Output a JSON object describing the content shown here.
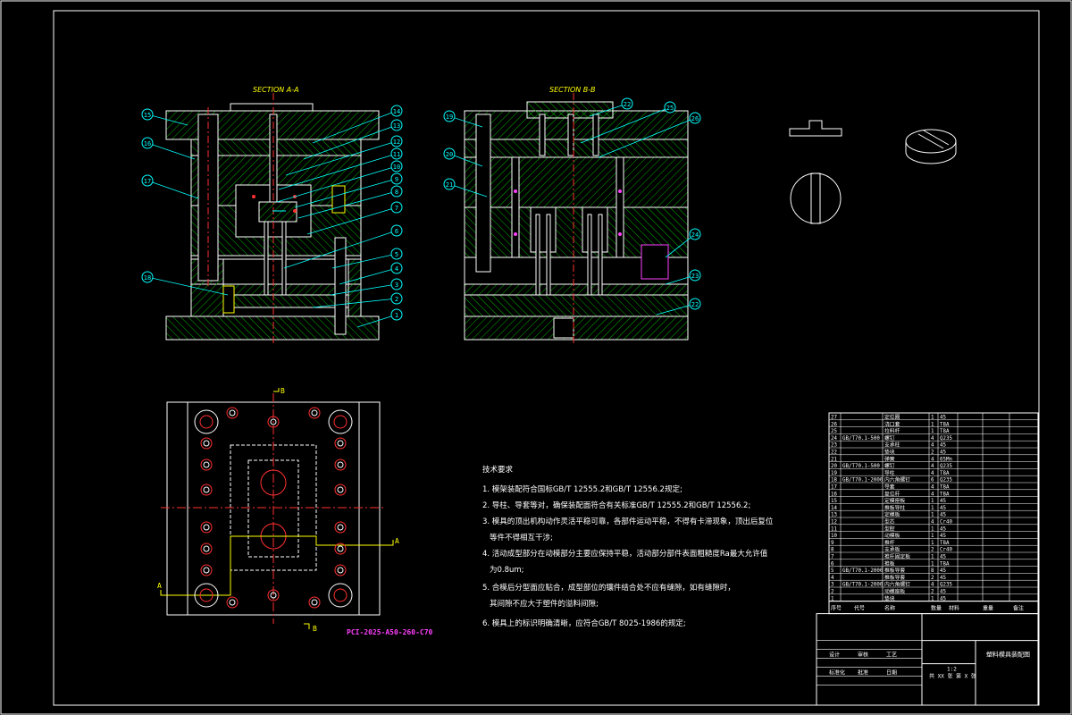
{
  "drawing": {
    "section_a_title": "SECTION A-A",
    "section_b_title": "SECTION B-B",
    "plan_code": "PCI-2025-A50-260-C70",
    "arrow_label_a": "A",
    "arrow_label_b": "B",
    "balloons_left": [
      "15",
      "16",
      "17",
      "18",
      "14",
      "13",
      "12",
      "11",
      "10",
      "9",
      "8",
      "7",
      "6",
      "5",
      "4",
      "3",
      "2",
      "1"
    ],
    "balloons_right": [
      "19",
      "20",
      "21",
      "22",
      "25",
      "26",
      "24",
      "23",
      "22"
    ]
  },
  "notes": {
    "title": "技术要求",
    "items": [
      "1. 模架装配符合国标GB/T 12555.2和GB/T 12556.2规定;",
      "2. 导柱、导套等对，确保装配面符合有关标准GB/T 12555.2和GB/T 12556.2;",
      "3. 模具的顶出机构动作灵活平稳可靠，各部件运动平稳，不得有卡滞现象，顶出后复位",
      "   等件不得相互干涉;",
      "4. 活动成型部分在动模部分主要应保持平稳，活动部分部件表面粗糙度Ra最大允许值",
      "   为0.8um;",
      "5. 合模后分型面应贴合，成型部位的镶件结合处不应有缝隙，如有缝隙时，",
      "   其间隙不应大于塑件的溢料间隙;",
      "6. 模具上的标识明确清晰，应符合GB/T 8025-1986的规定;"
    ]
  },
  "bom": {
    "rows": [
      {
        "no": "27",
        "std": "",
        "name": "定位圈",
        "qty": "1",
        "mat": "45"
      },
      {
        "no": "26",
        "std": "",
        "name": "浇口套",
        "qty": "1",
        "mat": "T8A"
      },
      {
        "no": "25",
        "std": "",
        "name": "拉料杆",
        "qty": "1",
        "mat": "T8A"
      },
      {
        "no": "24",
        "std": "GB/T70.1-500",
        "name": "螺钉",
        "qty": "4",
        "mat": "Q235"
      },
      {
        "no": "23",
        "std": "",
        "name": "支承柱",
        "qty": "4",
        "mat": "45"
      },
      {
        "no": "22",
        "std": "",
        "name": "垫块",
        "qty": "2",
        "mat": "45"
      },
      {
        "no": "21",
        "std": "",
        "name": "弹簧",
        "qty": "4",
        "mat": "65Mn"
      },
      {
        "no": "20",
        "std": "GB/T70.1-500",
        "name": "螺钉",
        "qty": "4",
        "mat": "Q235"
      },
      {
        "no": "19",
        "std": "",
        "name": "导柱",
        "qty": "4",
        "mat": "T8A"
      },
      {
        "no": "18",
        "std": "GB/T70.1-2000",
        "name": "内六角螺钉",
        "qty": "6",
        "mat": "Q235"
      },
      {
        "no": "17",
        "std": "",
        "name": "导套",
        "qty": "4",
        "mat": "T8A"
      },
      {
        "no": "16",
        "std": "",
        "name": "复位杆",
        "qty": "4",
        "mat": "T8A"
      },
      {
        "no": "15",
        "std": "",
        "name": "定模座板",
        "qty": "1",
        "mat": "45"
      },
      {
        "no": "14",
        "std": "",
        "name": "推板导柱",
        "qty": "1",
        "mat": "45"
      },
      {
        "no": "13",
        "std": "",
        "name": "定模板",
        "qty": "1",
        "mat": "45"
      },
      {
        "no": "12",
        "std": "",
        "name": "型芯",
        "qty": "4",
        "mat": "Cr40"
      },
      {
        "no": "11",
        "std": "",
        "name": "型腔",
        "qty": "1",
        "mat": "45"
      },
      {
        "no": "10",
        "std": "",
        "name": "动模板",
        "qty": "1",
        "mat": "45"
      },
      {
        "no": "9",
        "std": "",
        "name": "推杆",
        "qty": "1",
        "mat": "T8A"
      },
      {
        "no": "8",
        "std": "",
        "name": "支承板",
        "qty": "2",
        "mat": "Cr40"
      },
      {
        "no": "7",
        "std": "",
        "name": "推杆固定板",
        "qty": "1",
        "mat": "45"
      },
      {
        "no": "6",
        "std": "",
        "name": "推板",
        "qty": "1",
        "mat": "T8A"
      },
      {
        "no": "5",
        "std": "GB/T70.1-2000",
        "name": "推板导套",
        "qty": "8",
        "mat": "45"
      },
      {
        "no": "4",
        "std": "",
        "name": "推板导套",
        "qty": "2",
        "mat": "45"
      },
      {
        "no": "3",
        "std": "GB/T70.1-2000",
        "name": "内六角螺钉",
        "qty": "4",
        "mat": "Q235"
      },
      {
        "no": "2",
        "std": "",
        "name": "动模座板",
        "qty": "2",
        "mat": "45"
      },
      {
        "no": "1",
        "std": "",
        "name": "垫块",
        "qty": "1",
        "mat": "45"
      }
    ],
    "header": [
      "序号",
      "代号",
      "名称",
      "数量",
      "材料",
      "重量",
      "备注"
    ],
    "title_block": "塑料模具装配图",
    "sheet_info": "共 XX 张  第 X 张",
    "scale": "1:2",
    "signature_labels": [
      "设计",
      "审核",
      "工艺",
      "标准化",
      "批准",
      "日期"
    ]
  },
  "colors": {
    "outline": "#ffffff",
    "hatch": "#00c000",
    "yellow": "#ffff00",
    "cyan": "#00ffff",
    "red": "#ff3030",
    "magenta": "#ff40ff",
    "centerline": "#ff3030"
  }
}
